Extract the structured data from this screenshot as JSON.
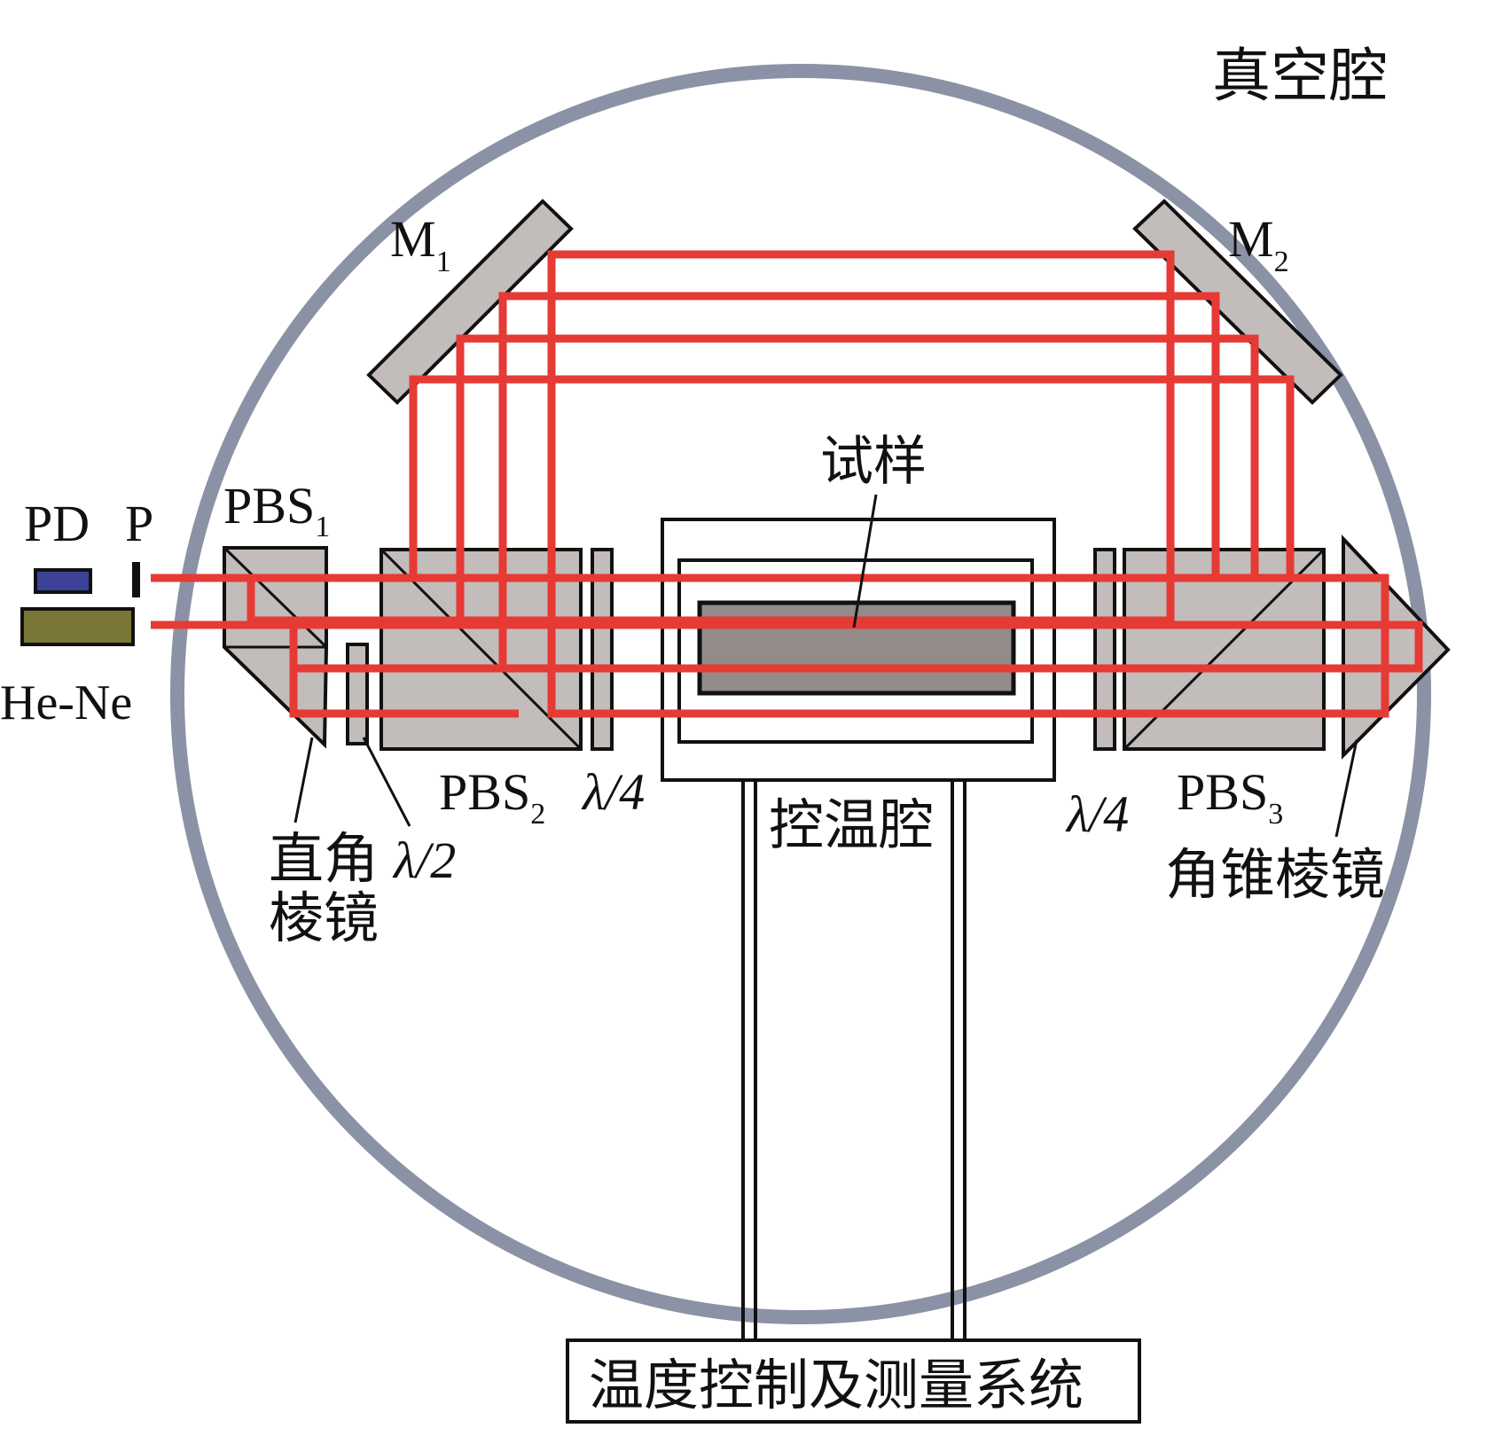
{
  "labels": {
    "vacuum": "真空腔",
    "pd": "PD",
    "p": "P",
    "laser": "He-Ne",
    "pbs1_main": "PBS",
    "pbs1_sub": "1",
    "m1_main": "M",
    "m1_sub": "1",
    "m2_main": "M",
    "m2_sub": "2",
    "sample": "试样",
    "pbs2_main": "PBS",
    "pbs2_sub": "2",
    "qwp_left": "λ/4",
    "qwp_right": "λ/4",
    "temp_cavity": "控温腔",
    "pbs3_main": "PBS",
    "pbs3_sub": "3",
    "corner_cube": "角锥棱镜",
    "right_angle_1": "直角",
    "right_angle_2": "棱镜",
    "hwp": "λ/2",
    "control_system": "温度控制及测量系统"
  },
  "colors": {
    "beam": "#e63a35",
    "vacuum_ring": "#8b92a6",
    "optic_gray": "#c2bcba",
    "sample_gray": "#928b88",
    "pd_blue": "#3c4396",
    "laser_olive": "#7a7637",
    "outline": "#111111"
  }
}
